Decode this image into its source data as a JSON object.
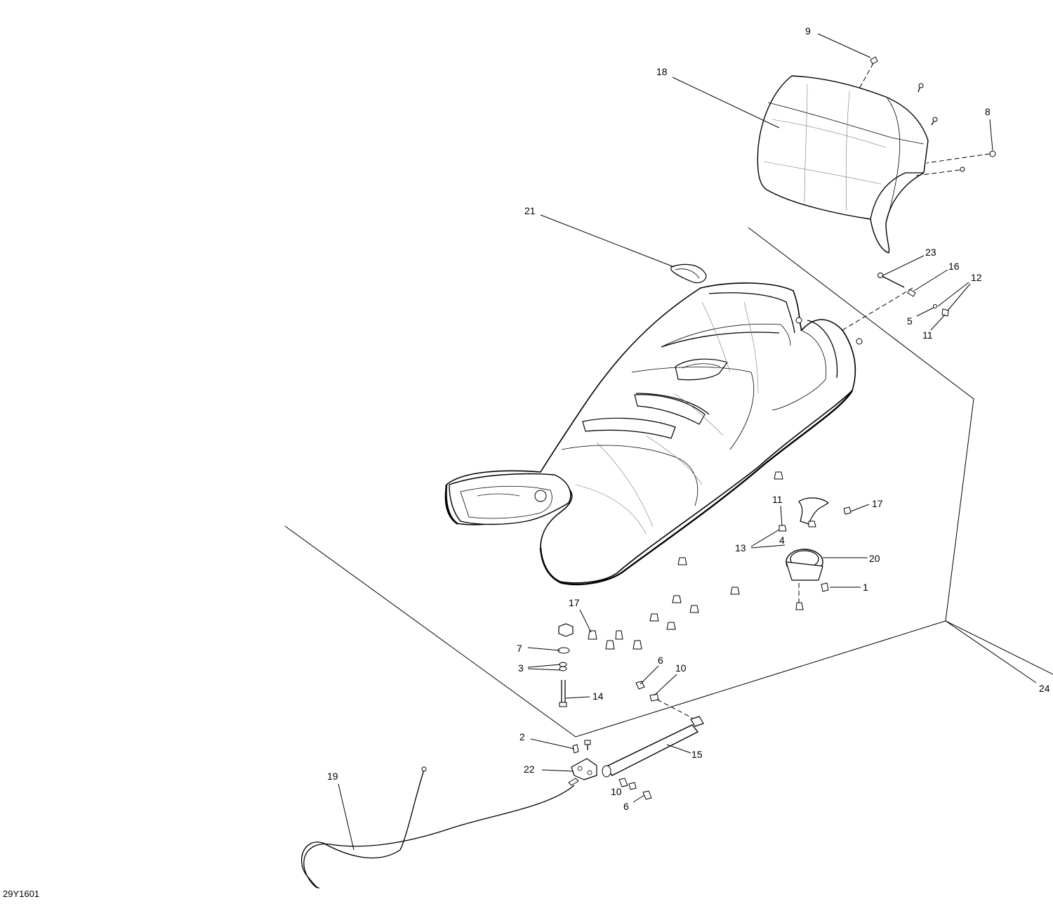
{
  "drawing_reference": "29Y1601",
  "callouts": [
    {
      "id": "c9",
      "label": "9"
    },
    {
      "id": "c18",
      "label": "18"
    },
    {
      "id": "c8",
      "label": "8"
    },
    {
      "id": "c21",
      "label": "21"
    },
    {
      "id": "c23",
      "label": "23"
    },
    {
      "id": "c16",
      "label": "16"
    },
    {
      "id": "c12",
      "label": "12"
    },
    {
      "id": "c5",
      "label": "5"
    },
    {
      "id": "c11a",
      "label": "11"
    },
    {
      "id": "c11b",
      "label": "11"
    },
    {
      "id": "c17a",
      "label": "17"
    },
    {
      "id": "c13",
      "label": "13"
    },
    {
      "id": "c4",
      "label": "4"
    },
    {
      "id": "c20",
      "label": "20"
    },
    {
      "id": "c1",
      "label": "1"
    },
    {
      "id": "c17b",
      "label": "17"
    },
    {
      "id": "c7",
      "label": "7"
    },
    {
      "id": "c3",
      "label": "3"
    },
    {
      "id": "c14",
      "label": "14"
    },
    {
      "id": "c6a",
      "label": "6"
    },
    {
      "id": "c10a",
      "label": "10"
    },
    {
      "id": "c24",
      "label": "24"
    },
    {
      "id": "c15",
      "label": "15"
    },
    {
      "id": "c2",
      "label": "2"
    },
    {
      "id": "c22",
      "label": "22"
    },
    {
      "id": "c19",
      "label": "19"
    },
    {
      "id": "c10b",
      "label": "10"
    },
    {
      "id": "c6b",
      "label": "6"
    }
  ]
}
